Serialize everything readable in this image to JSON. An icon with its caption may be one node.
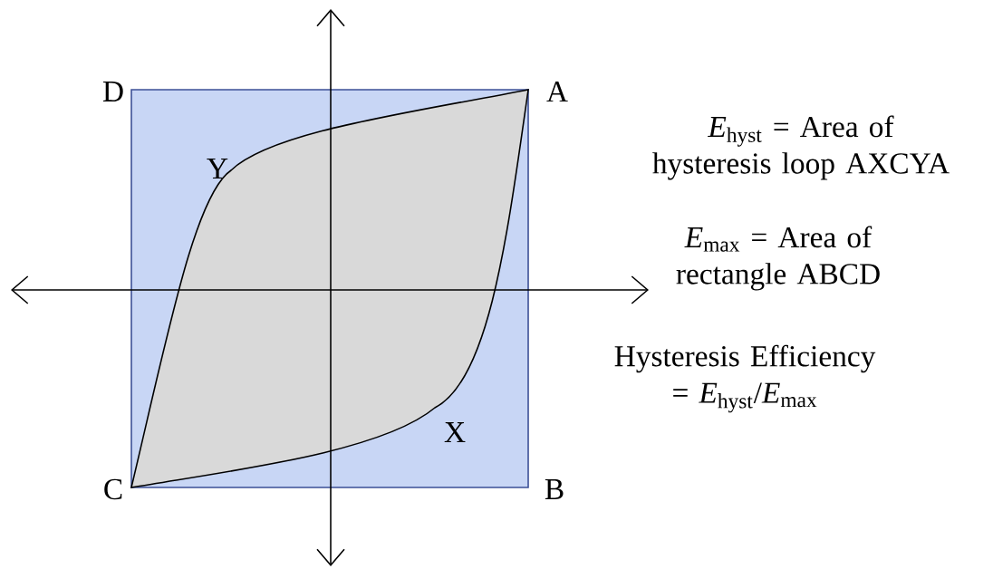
{
  "diagram": {
    "labels": [
      "D",
      "A",
      "*E*$_{hyst}$ = Area of hysteresis loop AXCYA",
      "Y",
      "*E*$_{max}$ = Area of rectangle ABCD",
      "Hysteresis Efficiency = *E*$_{hyst}$/*E*$_{max}$",
      "X",
      "C",
      "B"
    ]
  }
}
